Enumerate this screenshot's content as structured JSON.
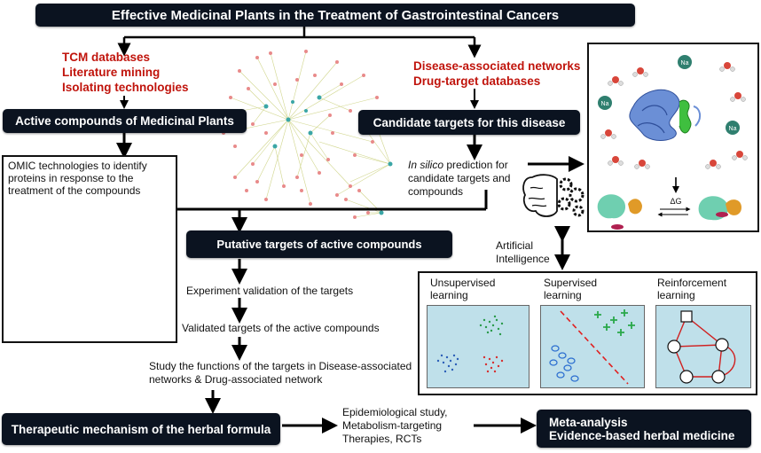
{
  "title": "Effective Medicinal Plants in the Treatment of Gastrointestinal Cancers",
  "sources": {
    "left": [
      "TCM databases",
      "Literature mining",
      "Isolating technologies"
    ],
    "right": [
      "Disease-associated networks",
      "Drug-target databases"
    ]
  },
  "boxes": {
    "active_compounds": "Active compounds of Medicinal Plants",
    "candidate_targets": "Candidate targets for this disease",
    "putative_targets": "Putative targets of active compounds",
    "therapeutic_mechanism": "Therapeutic mechanism of the herbal formula",
    "meta_line1": "Meta-analysis",
    "meta_line2": "Evidence-based herbal medicine"
  },
  "omic_text": "OMIC technologies to identify proteins in response to the treatment of the compounds",
  "in_silico": {
    "italic": "In silico",
    "rest": "prediction for candidate targets and compounds"
  },
  "steps": {
    "experiment": "Experiment validation of the targets",
    "validated": "Validated targets of the active compounds",
    "study": "Study the functions of the targets in Disease-associated networks & Drug-associated network",
    "epidemiology": "Epidemiological study, Metabolism-targeting Therapies, RCTs"
  },
  "ai_label": "Artificial Intelligence",
  "ml": {
    "unsupervised": "Unsupervised learning",
    "supervised": "Supervised learning",
    "reinforcement": "Reinforcement learning"
  },
  "molecule": {
    "ion1": "Na",
    "ion2": "Na",
    "ion3": "Na",
    "delta_g": "ΔG"
  },
  "colors": {
    "dark_box": "#0b1320",
    "red_text": "#c0140c",
    "ml_panel_bg": "#bfe0ea",
    "network_node": "#e88a8a",
    "network_edge": "#c9cf7a"
  }
}
